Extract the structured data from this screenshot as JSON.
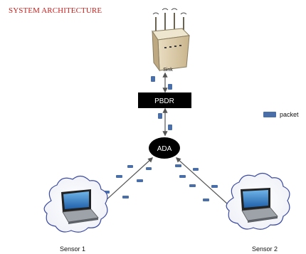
{
  "title": "SYSTEM ARCHITECTURE",
  "nodes": {
    "sink": "Sink",
    "pbdr": "PBDR",
    "ada": "ADA",
    "sensor1": "Sensor 1",
    "sensor2": "Sensor 2"
  },
  "legend": {
    "label": "packet"
  },
  "colors": {
    "title": "#c8201c",
    "packet": "#4a6fa8",
    "box": "#000000",
    "link": "#555555"
  }
}
